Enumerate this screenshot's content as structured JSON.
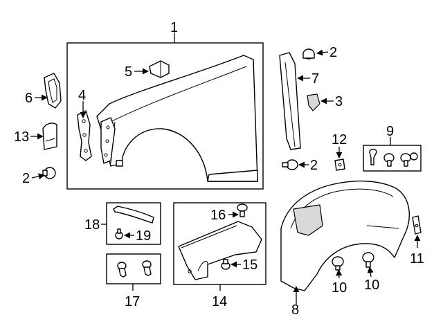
{
  "callouts": {
    "c1": "1",
    "c2a": "2",
    "c2b": "2",
    "c2c": "2",
    "c3": "3",
    "c4": "4",
    "c5": "5",
    "c6": "6",
    "c7": "7",
    "c8": "8",
    "c9": "9",
    "c10a": "10",
    "c10b": "10",
    "c11": "11",
    "c12": "12",
    "c13": "13",
    "c14": "14",
    "c15": "15",
    "c16": "16",
    "c17": "17",
    "c18": "18",
    "c19": "19"
  },
  "colors": {
    "line": "#000000",
    "background": "#ffffff",
    "shade": "#d9d9d9"
  }
}
